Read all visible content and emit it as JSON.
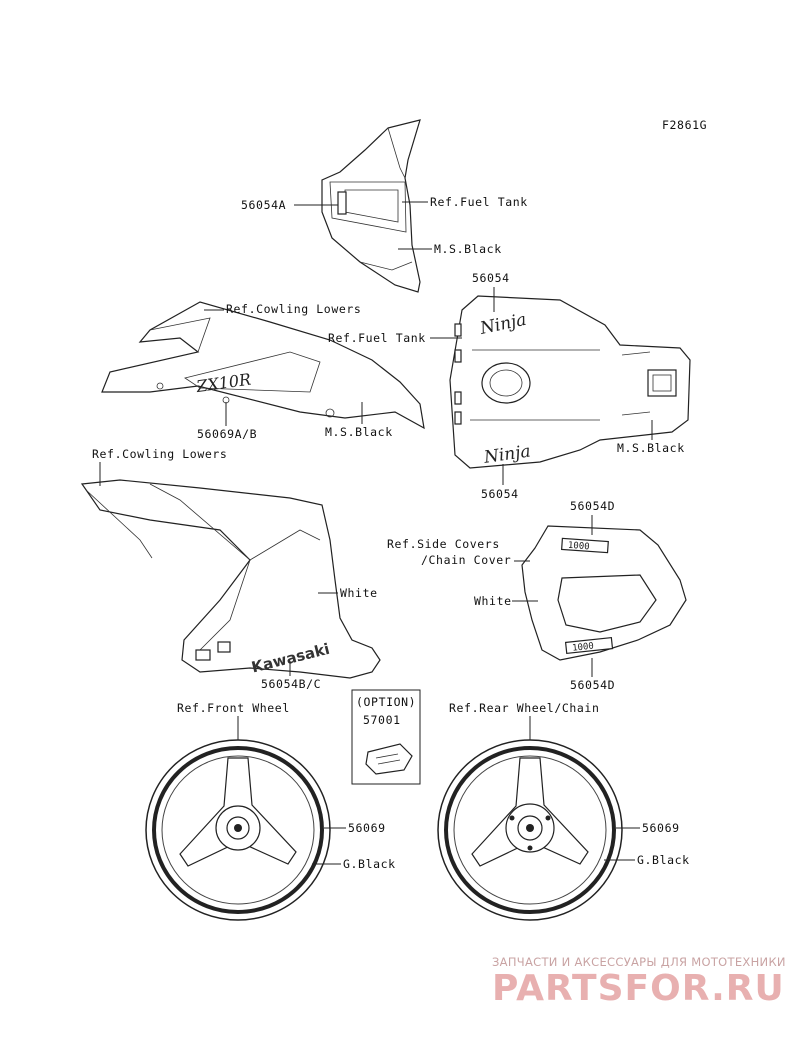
{
  "figure_code": "F2861G",
  "labels": {
    "p56054A": "56054A",
    "ref_fuel_tank_1": "Ref.Fuel Tank",
    "ms_black_1": "M.S.Black",
    "p56054_top": "56054",
    "ref_cowling_lowers_1": "Ref.Cowling Lowers",
    "ref_fuel_tank_2": "Ref.Fuel Tank",
    "p56069AB": "56069A/B",
    "ms_black_2": "M.S.Black",
    "ms_black_3": "M.S.Black",
    "ref_cowling_lowers_2": "Ref.Cowling Lowers",
    "p56054_bottom": "56054",
    "p56054D_top": "56054D",
    "ref_side_covers_l1": "Ref.Side Covers",
    "ref_side_covers_l2": "/Chain Cover",
    "white_1": "White",
    "white_2": "White",
    "p56054BC": "56054B/C",
    "p56054D_bottom": "56054D",
    "option_title": "(OPTION)",
    "option_part": "57001",
    "ref_front_wheel": "Ref.Front Wheel",
    "ref_rear_wheel": "Ref.Rear Wheel/Chain",
    "p56069_front": "56069",
    "g_black_front": "G.Black",
    "p56069_rear": "56069",
    "g_black_rear": "G.Black"
  },
  "decals": {
    "ninja_1": "Ninja",
    "ninja_2": "Ninja",
    "zx10r": "ZX10R",
    "kawasaki": "Kawasaki",
    "model_1": "1000",
    "model_2": "1000"
  },
  "watermark": {
    "subtitle": "ЗАПЧАСТИ И АКСЕССУАРЫ ДЛЯ МОТОТЕХНИКИ",
    "brand": "PARTSFOR.RU"
  }
}
